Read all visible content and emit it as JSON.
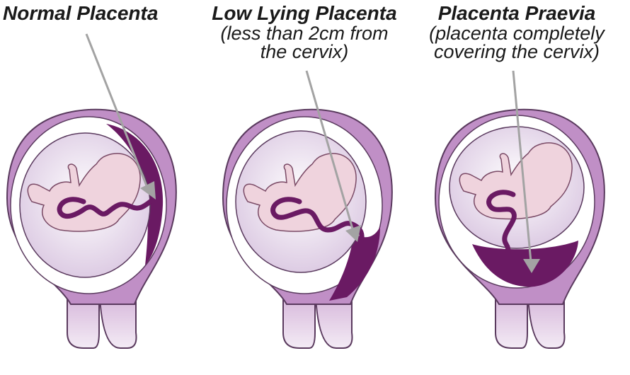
{
  "panels": [
    {
      "title": "Normal Placenta",
      "subtitle": ""
    },
    {
      "title": "Low Lying Placenta",
      "subtitle": "(less than 2cm from the cervix)"
    },
    {
      "title": "Placenta Praevia",
      "subtitle": "(placenta completely covering the cervix)"
    }
  ],
  "colors": {
    "uterus_wall": "#c08fc6",
    "uterus_outline": "#5a3a5e",
    "amniotic_sac": "#e7d9ec",
    "placenta": "#6a1a63",
    "cord": "#6a1a63",
    "fetus": "#efd3dd",
    "cervix": "#e6d3ea",
    "arrow": "#a3a3a3"
  }
}
